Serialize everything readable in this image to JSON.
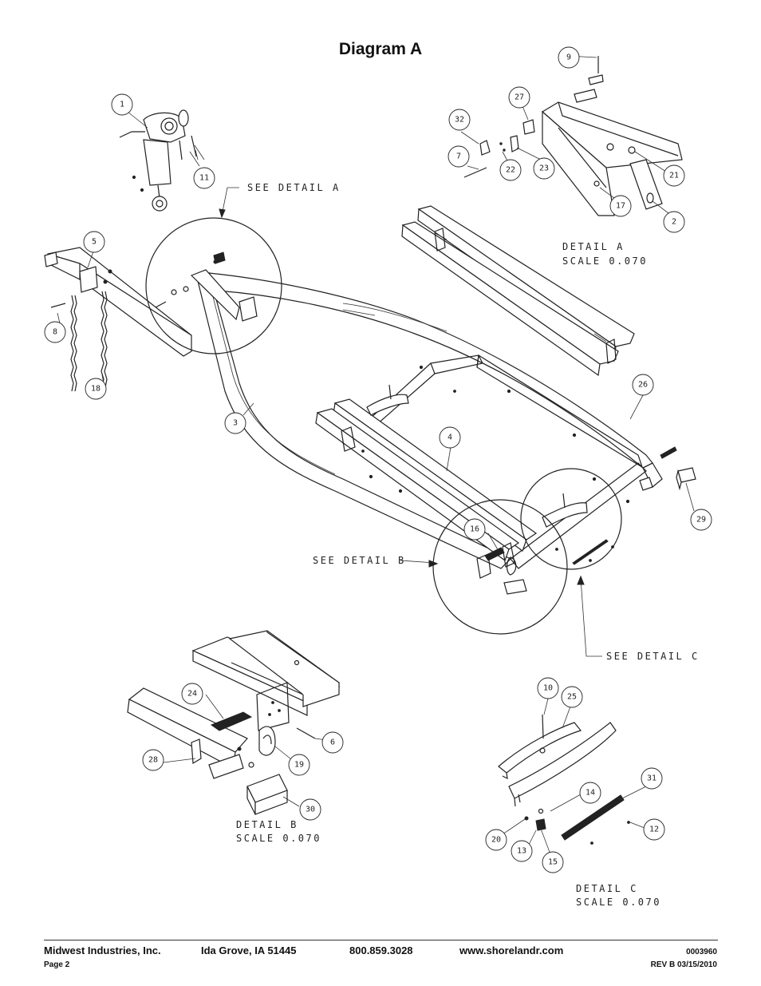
{
  "title": "Diagram A",
  "callouts": {
    "detail_a_ref": "SEE DETAIL  A",
    "detail_b_ref": "SEE DETAIL  B",
    "detail_c_ref": "SEE DETAIL  C",
    "detail_a_title": "DETAIL  A",
    "detail_a_scale": "SCALE  0.070",
    "detail_b_title": "DETAIL  B",
    "detail_b_scale": "SCALE  0.070",
    "detail_c_title": "DETAIL  C",
    "detail_c_scale": "SCALE  0.070"
  },
  "part_numbers": [
    "1",
    "2",
    "3",
    "4",
    "5",
    "6",
    "7",
    "8",
    "9",
    "10",
    "11",
    "12",
    "13",
    "14",
    "15",
    "16",
    "17",
    "18",
    "19",
    "20",
    "21",
    "22",
    "23",
    "24",
    "25",
    "26",
    "27",
    "28",
    "29",
    "30",
    "31",
    "32"
  ],
  "footer": {
    "company": "Midwest Industries, Inc.",
    "city": "Ida Grove, IA  51445",
    "phone": "800.859.3028",
    "website": "www.shorelandr.com",
    "doc_number": "0003960",
    "page": "Page 2",
    "revision": "REV B  03/15/2010"
  }
}
